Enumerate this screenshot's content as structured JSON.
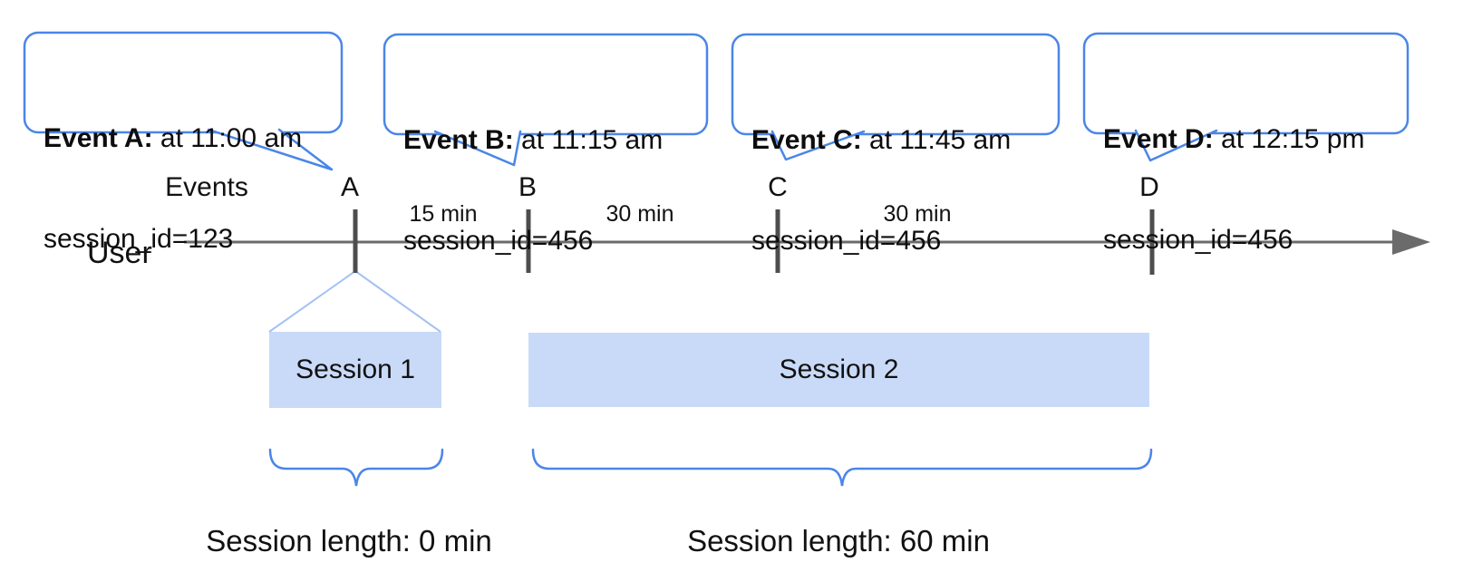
{
  "diagram": {
    "background": "#ffffff",
    "colors": {
      "bubble_border": "#4a86e8",
      "bubble_fill": "#ffffff",
      "session_fill": "#c9daf8",
      "brace": "#4a86e8",
      "funnel": "#a4c2f4",
      "timeline": "#6b6b6b",
      "tick": "#4d4d4d",
      "arrowhead": "#6b6b6b",
      "text": "#111111"
    },
    "bubbles": [
      {
        "title": "Event A:",
        "time": " at 11:00 am",
        "session": "session_id=123"
      },
      {
        "title": "Event B:",
        "time": " at 11:15 am",
        "session": "session_id=456"
      },
      {
        "title": "Event C:",
        "time": " at 11:45 am",
        "session": "session_id=456"
      },
      {
        "title": "Event D:",
        "time": " at 12:15 pm",
        "session": "session_id=456"
      }
    ],
    "axis": {
      "events_label": "Events",
      "user_label": "User",
      "event_marks": [
        "A",
        "B",
        "C",
        "D"
      ],
      "intervals": [
        "15 min",
        "30 min",
        "30 min"
      ]
    },
    "sessions": [
      {
        "label": "Session 1",
        "length": "Session length: 0 min"
      },
      {
        "label": "Session 2",
        "length": "Session length: 60 min"
      }
    ]
  }
}
